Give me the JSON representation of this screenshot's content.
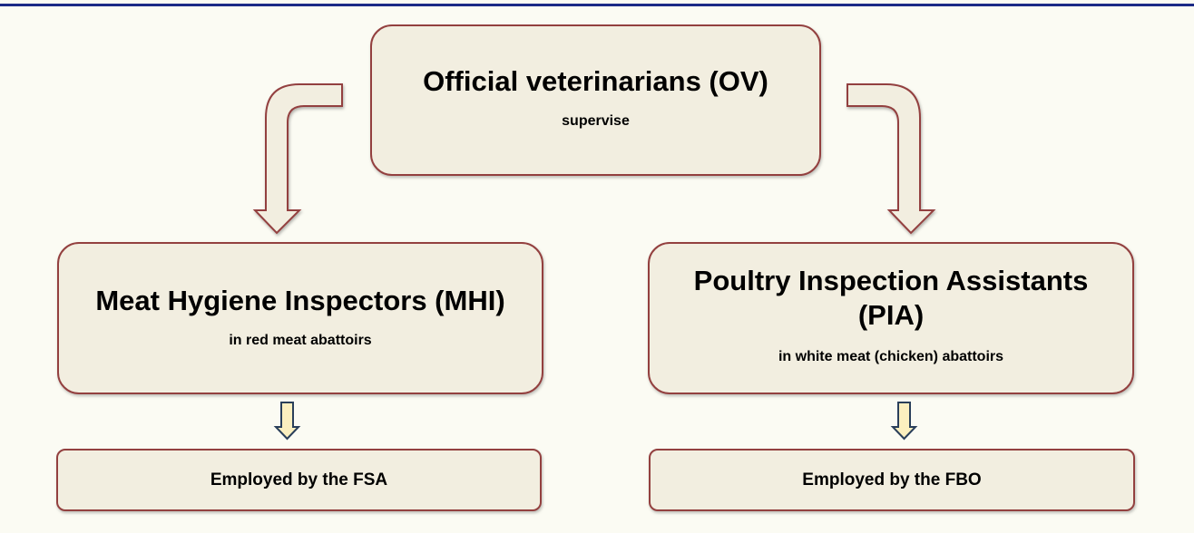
{
  "top": {
    "title": "Official veterinarians (OV)",
    "subtitle": "supervise"
  },
  "left": {
    "title": "Meat Hygiene Inspectors (MHI)",
    "subtitle": "in red meat abattoirs",
    "employer": "Employed by the FSA"
  },
  "right": {
    "title": "Poultry Inspection Assistants (PIA)",
    "subtitle": "in white meat (chicken) abattoirs",
    "employer": "Employed by the FBO"
  },
  "colors": {
    "box_fill": "#f2eee0",
    "box_border": "#93403f",
    "small_arrow_fill": "#fbefbf",
    "small_arrow_stroke": "#2a3f5a",
    "top_rule": "#1b2a86"
  }
}
